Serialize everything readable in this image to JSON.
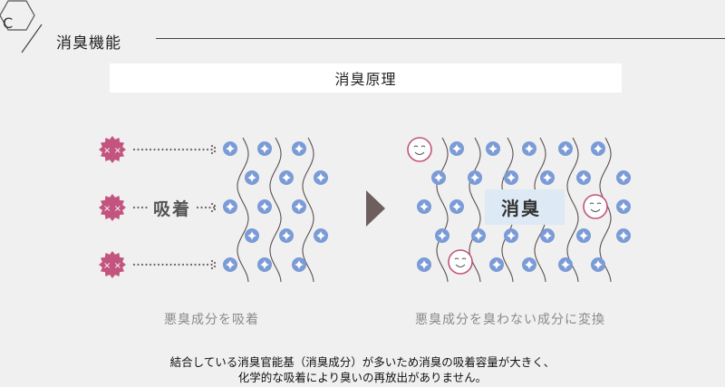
{
  "header": {
    "corner_letter": "C",
    "section_title": "消臭機能"
  },
  "banner": {
    "title": "消臭原理"
  },
  "diagram": {
    "left_label": "吸着",
    "right_label": "消臭",
    "left_caption": "悪臭成分を吸着",
    "right_caption": "悪臭成分を臭わない成分に変換",
    "colors": {
      "odor": "#c2547f",
      "component": "#7b9bd6",
      "smile_face": "#c2547f",
      "arrow": "#6e5f5f",
      "wave": "#5c5050"
    }
  },
  "note": {
    "line1": "結合している消臭官能基（消臭成分）が多いため消臭の吸着容量が大きく、",
    "line2": "化学的な吸着により臭いの再放出がありません。"
  }
}
